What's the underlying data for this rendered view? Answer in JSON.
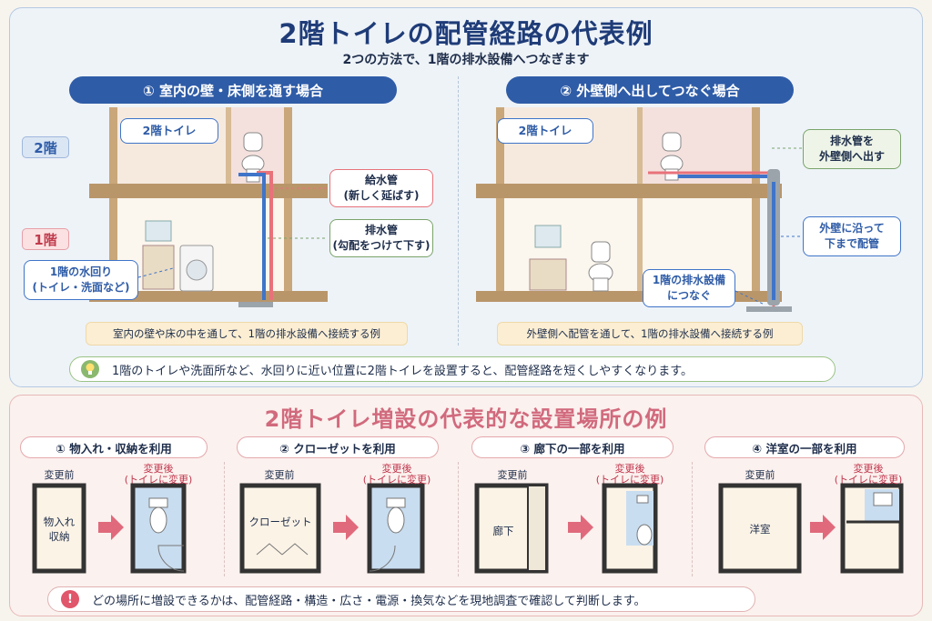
{
  "top": {
    "title": "2階トイレの配管経路の代表例",
    "subtitle": "2つの方法で、1階の排水設備へつなぎます",
    "method1": {
      "label": "① 室内の壁・床側を通す場合",
      "floor2_tag": "2階",
      "floor1_tag": "1階",
      "toilet2_callout": "2階トイレ",
      "supply_callout": "給水管\n(新しく延ばす)",
      "drain_callout": "排水管\n(勾配をつけて下す)",
      "water_callout": "1階の水回り\n(トイレ・洗面など)",
      "caption": "室内の壁や床の中を通して、1階の排水設備へ接続する例"
    },
    "method2": {
      "label": "② 外壁側へ出してつなぐ場合",
      "toilet2_callout": "2階トイレ",
      "drain_out_callout": "排水管を\n外壁側へ出す",
      "along_wall_callout": "外壁に沿って\n下まで配管",
      "connect_callout": "1階の排水設備\nにつなぐ",
      "caption": "外壁側へ配管を通して、1階の排水設備へ接続する例"
    },
    "tip": "1階のトイレや洗面所など、水回りに近い位置に2階トイレを設置すると、配管経路を短くしやすくなります。"
  },
  "bottom": {
    "title": "2階トイレ増設の代表的な設置場所の例",
    "examples": [
      {
        "header": "① 物入れ・収納を利用",
        "before_label": "変更前",
        "after_label": "変更後\n(トイレに変更)",
        "room_label": "物入れ\n収納"
      },
      {
        "header": "② クローゼットを利用",
        "before_label": "変更前",
        "after_label": "変更後\n(トイレに変更)",
        "room_label": "クローゼット"
      },
      {
        "header": "③ 廊下の一部を利用",
        "before_label": "変更前",
        "after_label": "変更後\n(トイレに変更)",
        "room_label": "廊下"
      },
      {
        "header": "④ 洋室の一部を利用",
        "before_label": "変更前",
        "after_label": "変更後\n(トイレに変更)",
        "room_label": "洋室"
      }
    ],
    "note": "どの場所に増設できるかは、配管経路・構造・広さ・電源・換気などを現地調査で確認して判断します。"
  },
  "colors": {
    "supply_pipe": "#e8727a",
    "drain_pipe": "#3f74c9",
    "gray_pipe": "#9ba3ab",
    "accent_blue": "#2f5ca7",
    "accent_pink": "#d16a7d",
    "wood": "#b9966a",
    "toilet_room": "#c9ddf0"
  },
  "icons": {
    "tip_icon": "lightbulb-icon",
    "note_icon": "exclamation-icon",
    "arrow": "right-arrow-icon"
  }
}
